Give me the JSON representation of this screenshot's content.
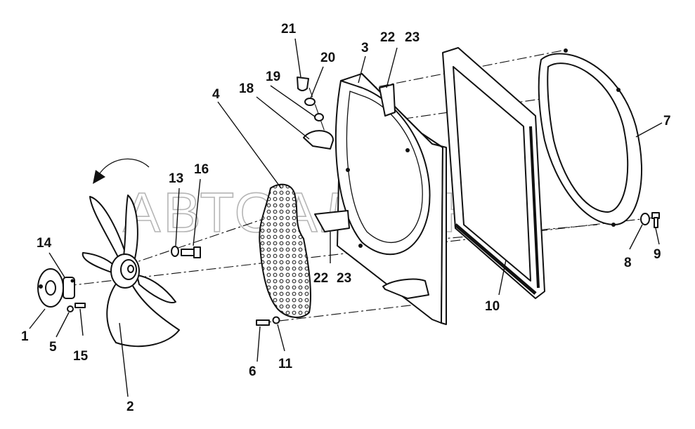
{
  "watermark": "АВТОАЛЬЯНС",
  "callouts": [
    {
      "id": "c1",
      "text": "1"
    },
    {
      "id": "c2",
      "text": "2"
    },
    {
      "id": "c3",
      "text": "3"
    },
    {
      "id": "c4",
      "text": "4"
    },
    {
      "id": "c5",
      "text": "5"
    },
    {
      "id": "c6",
      "text": "6"
    },
    {
      "id": "c7",
      "text": "7"
    },
    {
      "id": "c8",
      "text": "8"
    },
    {
      "id": "c9",
      "text": "9"
    },
    {
      "id": "c10",
      "text": "10"
    },
    {
      "id": "c11",
      "text": "11"
    },
    {
      "id": "c13",
      "text": "13"
    },
    {
      "id": "c14",
      "text": "14"
    },
    {
      "id": "c15",
      "text": "15"
    },
    {
      "id": "c16",
      "text": "16"
    },
    {
      "id": "c18",
      "text": "18"
    },
    {
      "id": "c19",
      "text": "19"
    },
    {
      "id": "c20",
      "text": "20"
    },
    {
      "id": "c21",
      "text": "21"
    },
    {
      "id": "c22a",
      "text": "22"
    },
    {
      "id": "c23a",
      "text": "23"
    },
    {
      "id": "c22b",
      "text": "22"
    },
    {
      "id": "c23b",
      "text": "23"
    }
  ]
}
